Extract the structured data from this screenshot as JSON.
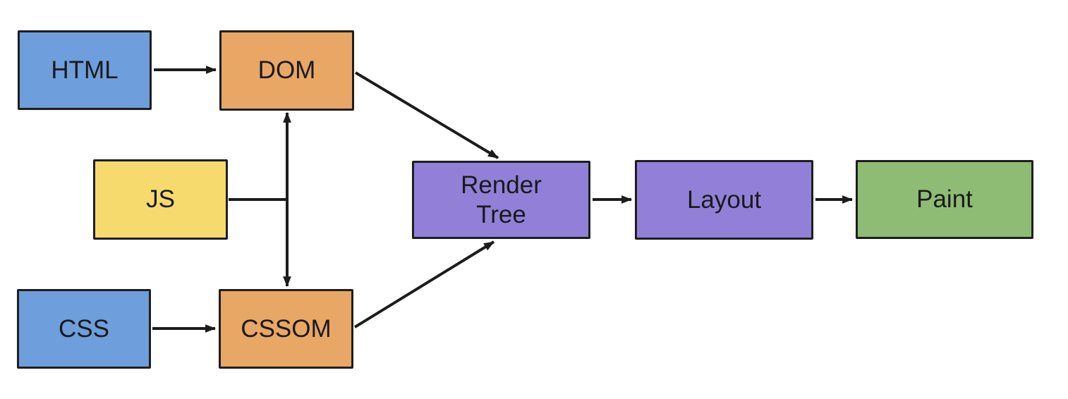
{
  "diagram": {
    "background": "#ffffff",
    "stroke_color": "#1c1c1c",
    "text_color": "#1a1a1a",
    "nodes": {
      "html": {
        "label": "HTML",
        "fill": "#6e9edb"
      },
      "dom": {
        "label": "DOM",
        "fill": "#e8a765"
      },
      "js": {
        "label": "JS",
        "fill": "#f7da6e"
      },
      "css": {
        "label": "CSS",
        "fill": "#6e9edb"
      },
      "cssom": {
        "label": "CSSOM",
        "fill": "#e8a765"
      },
      "render_tree": {
        "label": "Render Tree",
        "fill": "#9280d8"
      },
      "layout": {
        "label": "Layout",
        "fill": "#9280d8"
      },
      "paint": {
        "label": "Paint",
        "fill": "#8fbc74"
      }
    },
    "edges": [
      {
        "from": "HTML",
        "to": "DOM",
        "kind": "arrow"
      },
      {
        "from": "CSS",
        "to": "CSSOM",
        "kind": "arrow"
      },
      {
        "from": "JS",
        "to": "DOM-CSSOM link",
        "kind": "plain-line"
      },
      {
        "from": "DOM",
        "to": "CSSOM",
        "kind": "double-arrow"
      },
      {
        "from": "DOM",
        "to": "Render Tree",
        "kind": "arrow"
      },
      {
        "from": "CSSOM",
        "to": "Render Tree",
        "kind": "arrow"
      },
      {
        "from": "Render Tree",
        "to": "Layout",
        "kind": "arrow"
      },
      {
        "from": "Layout",
        "to": "Paint",
        "kind": "arrow"
      }
    ]
  }
}
